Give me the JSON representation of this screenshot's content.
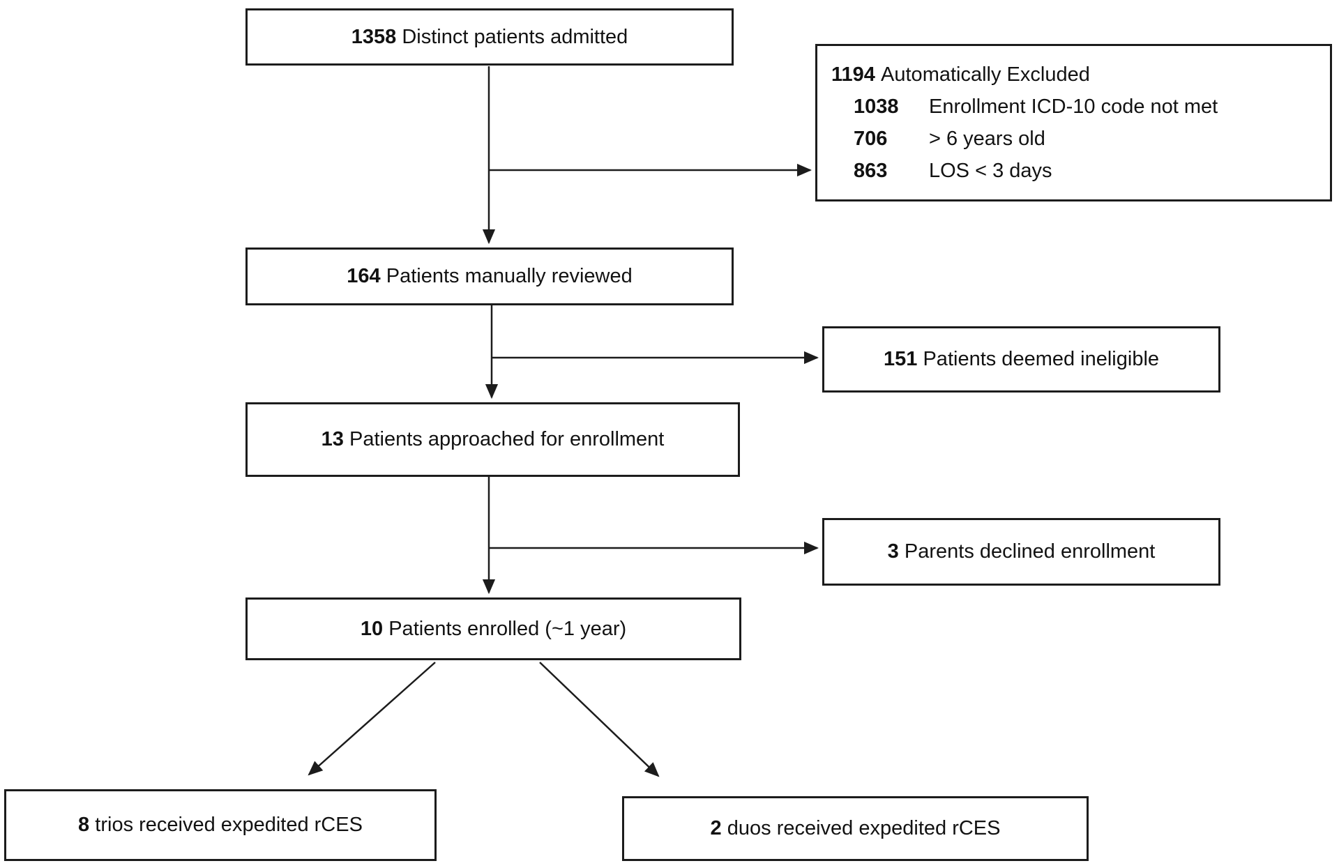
{
  "figure": {
    "background": "#ffffff",
    "line_color": "#1c1c1c",
    "nodes": {
      "admitted": {
        "count": "1358",
        "label": "Distinct patients admitted"
      },
      "excluded": {
        "count": "1194",
        "label": "Automatically Excluded",
        "reasons": [
          {
            "count": "1038",
            "label": "Enrollment ICD-10 code not met"
          },
          {
            "count": "706",
            "label": "> 6 years old"
          },
          {
            "count": "863",
            "label": "LOS < 3 days"
          }
        ]
      },
      "reviewed": {
        "count": "164",
        "label": "Patients manually reviewed"
      },
      "ineligible": {
        "count": "151",
        "label": "Patients deemed ineligible"
      },
      "approached": {
        "count": "13",
        "label": "Patients approached for enrollment"
      },
      "declined": {
        "count": "3",
        "label": "Parents declined enrollment"
      },
      "enrolled": {
        "count": "10",
        "label": "Patients enrolled (~1 year)"
      },
      "trios": {
        "count": "8",
        "label": "trios received expedited rCES"
      },
      "duos": {
        "count": "2",
        "label": "duos received expedited rCES"
      }
    }
  }
}
